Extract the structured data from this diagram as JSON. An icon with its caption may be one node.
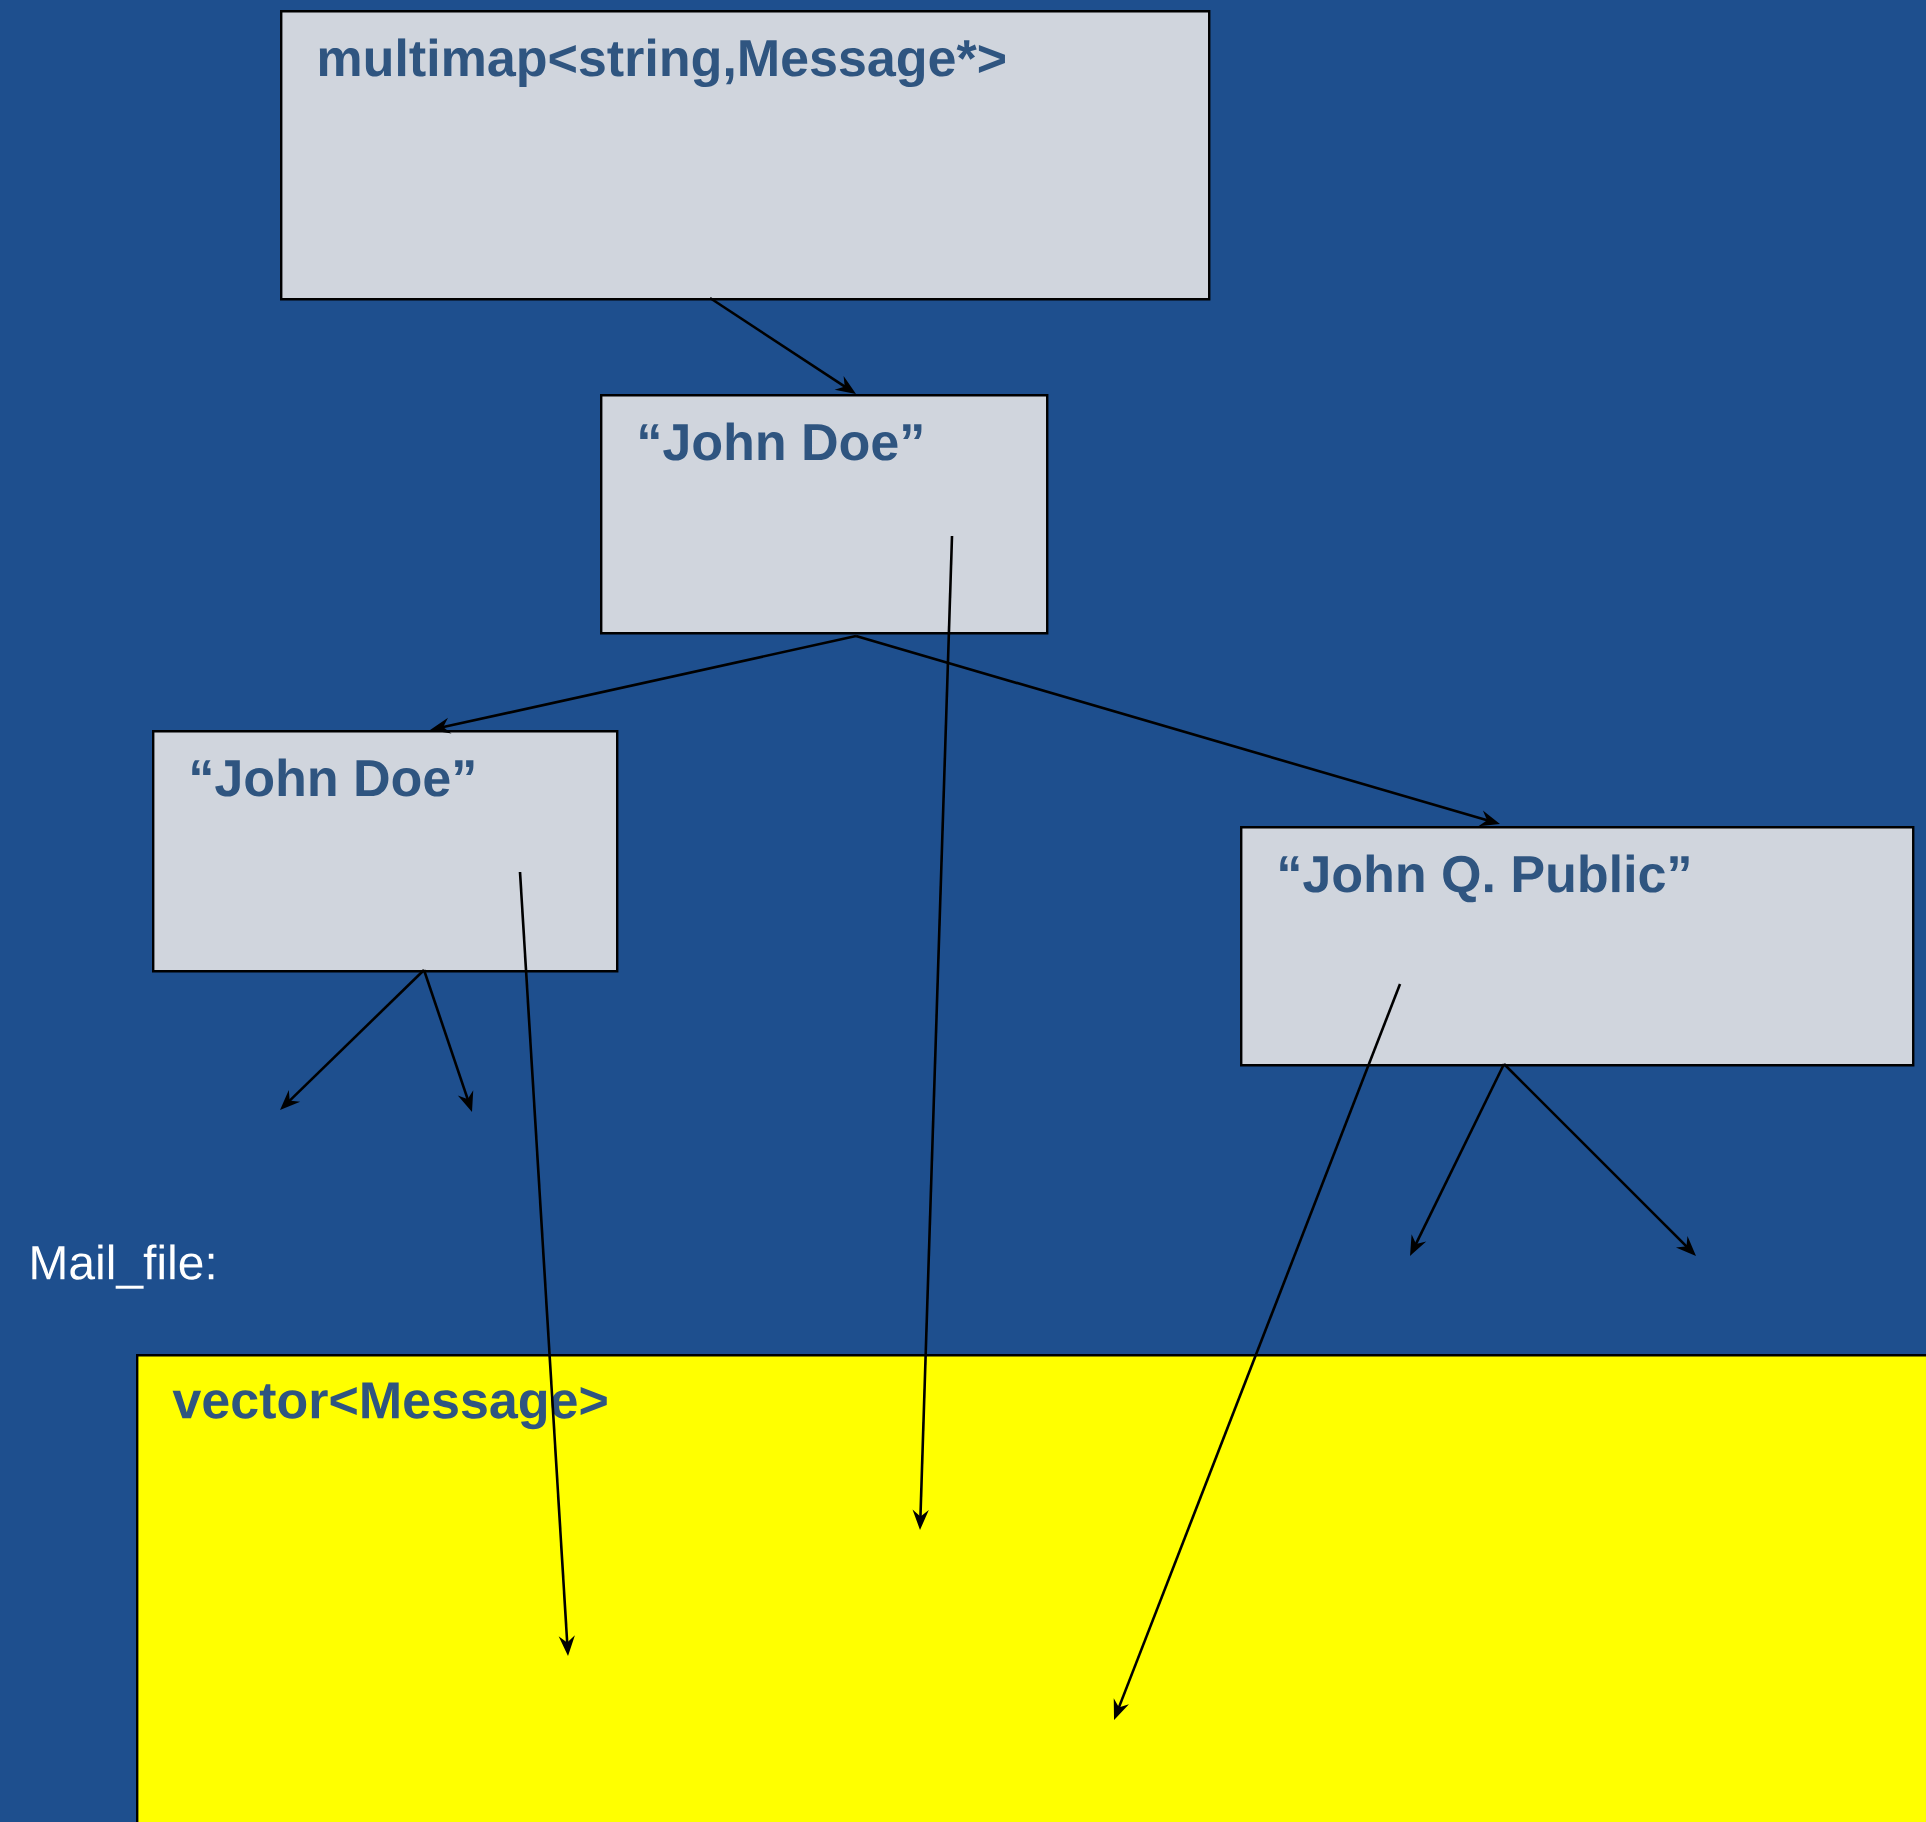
{
  "diagram": {
    "nodes": [
      {
        "text": [
          "multimap<string,Message*>"
        ]
      },
      {
        "text": [
          "“John Doe”"
        ]
      },
      {
        "text": [
          "“John Doe”"
        ]
      },
      {
        "text": [
          "“John Q. Public”"
        ]
      },
      {
        "text": [
          "vector<Message>"
        ]
      }
    ],
    "edges": [
      {
        "from": 0,
        "to": 1,
        "arrow": "to"
      },
      {
        "from": 1,
        "to": 2,
        "arrow": "to"
      },
      {
        "from": 1,
        "to": 3,
        "arrow": "to"
      },
      {
        "from": 2,
        "to": null,
        "arrow": "to"
      },
      {
        "from": 2,
        "to": null,
        "arrow": "to"
      },
      {
        "from": 3,
        "to": null,
        "arrow": "to"
      },
      {
        "from": 3,
        "to": null,
        "arrow": "to"
      },
      {
        "from": 1,
        "to": 4,
        "arrow": "to"
      },
      {
        "from": 2,
        "to": 4,
        "arrow": "to"
      },
      {
        "from": 3,
        "to": 4,
        "arrow": "to"
      }
    ],
    "labels": [
      "Mail_file:"
    ]
  }
}
